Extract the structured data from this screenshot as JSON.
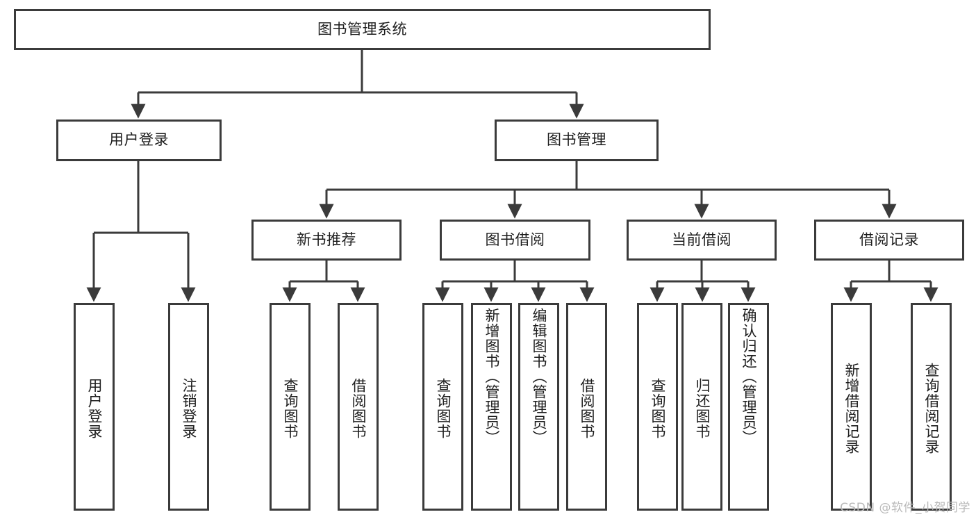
{
  "diagram": {
    "title": "图书管理系统",
    "type": "tree-hierarchy-chart",
    "background_color": "#ffffff",
    "border_color": "#3b3b3b",
    "text_color": "#1d1d1d"
  },
  "nodes": {
    "root": {
      "label": "图书管理系统",
      "level": 0
    },
    "level1": [
      {
        "id": "user-login",
        "label": "用户登录"
      },
      {
        "id": "book-management",
        "label": "图书管理"
      }
    ],
    "level2": [
      {
        "id": "new-book-recommend",
        "label": "新书推荐"
      },
      {
        "id": "book-borrow",
        "label": "图书借阅"
      },
      {
        "id": "current-borrow",
        "label": "当前借阅"
      },
      {
        "id": "borrow-record",
        "label": "借阅记录"
      }
    ],
    "leaves": {
      "user_login": [
        {
          "id": "leaf-user-login",
          "label": "用户登录"
        },
        {
          "id": "leaf-logout-login",
          "label": "注销登录"
        }
      ],
      "new_book_recommend": [
        {
          "id": "leaf-query-book-1",
          "label": "查询图书"
        },
        {
          "id": "leaf-borrow-book-1",
          "label": "借阅图书"
        }
      ],
      "book_borrow": [
        {
          "id": "leaf-query-book-2",
          "label": "查询图书"
        },
        {
          "id": "leaf-add-book",
          "label": "新增图书（管理员）"
        },
        {
          "id": "leaf-edit-book",
          "label": "编辑图书（管理员）"
        },
        {
          "id": "leaf-borrow-book-2",
          "label": "借阅图书"
        }
      ],
      "current_borrow": [
        {
          "id": "leaf-query-book-3",
          "label": "查询图书"
        },
        {
          "id": "leaf-return-book",
          "label": "归还图书"
        },
        {
          "id": "leaf-confirm-return",
          "label": "确认归还（管理员）"
        }
      ],
      "borrow_record": [
        {
          "id": "leaf-add-record",
          "label": "新增借阅记录"
        },
        {
          "id": "leaf-query-record",
          "label": "查询借阅记录"
        }
      ]
    }
  },
  "watermark": {
    "text": "CSDN @软件_小贺同学"
  }
}
